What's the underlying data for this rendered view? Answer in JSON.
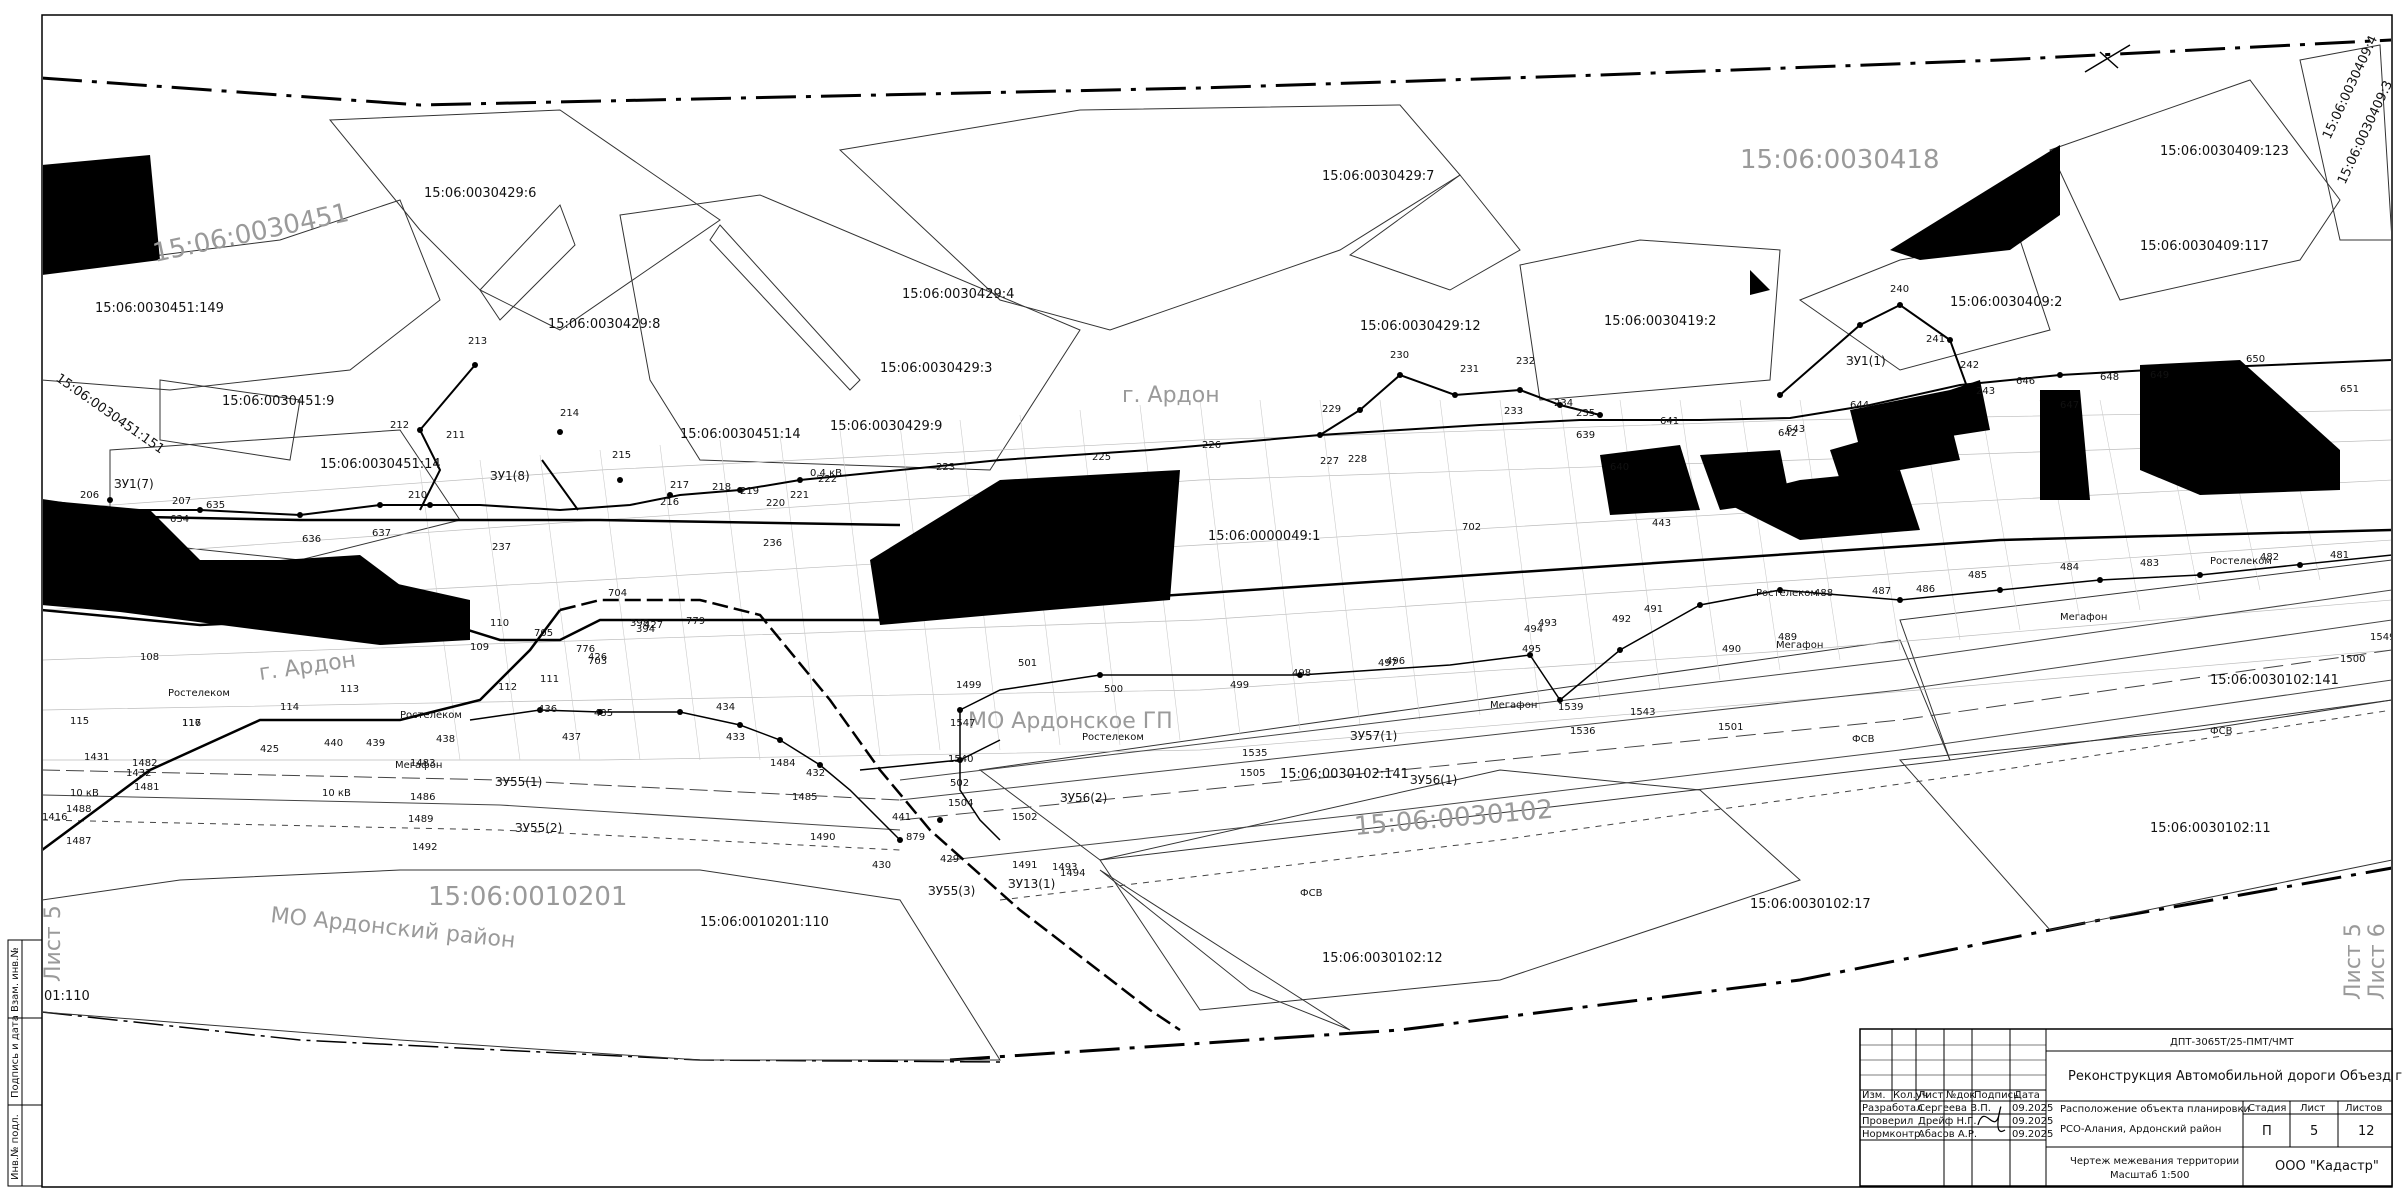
{
  "map": {
    "quarters": [
      "15:06:0030451",
      "15:06:0030418",
      "15:06:0030102",
      "15:06:0010201"
    ],
    "areas": [
      "МО Ардонское ГП",
      "МО Ардонский район",
      "г. Ардон",
      "г. Ардон"
    ],
    "parcels": [
      "15:06:0030429:6",
      "15:06:0030429:8",
      "15:06:0030429:4",
      "15:06:0030429:3",
      "15:06:0030429:9",
      "15:06:0030429:7",
      "15:06:0030429:12",
      "15:06:0030419:2",
      "15:06:0030409:2",
      "15:06:0030409:123",
      "15:06:0030409:117",
      "15:06:0030409:4",
      "15:06:0030409:3",
      "15:06:0030451:149",
      "15:06:0030451:9",
      "15:06:0030451:14",
      "15:06:0030451:14",
      "15:06:0030451:151",
      "15:06:0000049:1",
      "15:06:0030102:141",
      "15:06:0030102:141",
      "15:06:0030102:11",
      "15:06:0030102:17",
      "15:06:0030102:12",
      "15:06:0010201:110",
      "01:110"
    ],
    "zones": [
      "ЗУ1(7)",
      "ЗУ1(8)",
      "ЗУ1(1)",
      "ЗУ55(1)",
      "ЗУ55(2)",
      "ЗУ55(3)",
      "ЗУ56(1)",
      "ЗУ56(2)",
      "ЗУ57(1)",
      "ЗУ13(1)"
    ],
    "points": [
      "206",
      "207",
      "635",
      "634",
      "636",
      "637",
      "210",
      "211",
      "212",
      "213",
      "214",
      "215",
      "216",
      "217",
      "218",
      "219",
      "220",
      "221",
      "222",
      "223",
      "225",
      "226",
      "227",
      "228",
      "229",
      "230",
      "231",
      "232",
      "233",
      "234",
      "235",
      "639",
      "640",
      "641",
      "642",
      "643",
      "644",
      "240",
      "241",
      "242",
      "243",
      "646",
      "647",
      "648",
      "649",
      "650",
      "651",
      "236",
      "237",
      "702",
      "443",
      "108",
      "109",
      "110",
      "111",
      "112",
      "113",
      "114",
      "115",
      "116",
      "117",
      "704",
      "705",
      "776",
      "426",
      "703",
      "427",
      "779",
      "398",
      "394",
      "436",
      "435",
      "437",
      "434",
      "433",
      "438",
      "439",
      "440",
      "425",
      "1484",
      "432",
      "1485",
      "1490",
      "441",
      "1547",
      "1540",
      "502",
      "1504",
      "1502",
      "879",
      "429",
      "430",
      "1491",
      "1493",
      "1494",
      "1499",
      "501",
      "500",
      "499",
      "498",
      "497",
      "496",
      "495",
      "494",
      "493",
      "492",
      "491",
      "490",
      "489",
      "488",
      "487",
      "486",
      "485",
      "484",
      "483",
      "482",
      "481",
      "1536",
      "1539",
      "1543",
      "1501",
      "1500",
      "1549",
      "1535",
      "1505",
      "1482",
      "1483",
      "1486",
      "1489",
      "1492",
      "1481",
      "1487",
      "1488",
      "1431",
      "1432",
      "1416"
    ],
    "labels": [
      "Ростелеком",
      "Ростелеком",
      "Ростелеком",
      "Ростелеком",
      "Ростелеком",
      "Мегафон",
      "Мегафон",
      "Мегафон",
      "Мегафон",
      "ФСВ",
      "ФСВ",
      "ФСВ",
      "0,4 кВ",
      "10 кВ",
      "10 кВ"
    ],
    "sheet_marks": [
      "Лист 5",
      "Лист 5",
      "Лист 6"
    ]
  },
  "stamp": {
    "doc_code": "ДПТ-3065Т/25-ПМТ/ЧМТ",
    "project": "Реконструкция Автомобильной дороги Объезд г. Ардон",
    "title": "Расположение объекта планировки",
    "region": "РСО-Алания, Ардонский район",
    "drawing": "Чертеж межевания территории",
    "scale": "Масштаб 1:500",
    "org": "ООО \"Кадастр\"",
    "headers": [
      "Изм.",
      "Кол.уч",
      "Лист",
      "№док",
      "Подпись",
      "Дата"
    ],
    "rows": [
      {
        "role": "Разработал",
        "name": "Сергеева В.П.",
        "date": "09.2025"
      },
      {
        "role": "Проверил",
        "name": "Дрейф Н.Г.",
        "date": "09.2025"
      },
      {
        "role": "Нормконтр.",
        "name": "Абасов А.Р.",
        "date": "09.2025"
      }
    ],
    "stage_hdr": "Стадия",
    "sheet_hdr": "Лист",
    "sheets_hdr": "Листов",
    "stage": "П",
    "sheet": "5",
    "sheets": "12"
  },
  "side": [
    "Взам. инв.№",
    "Подпись и дата",
    "Инв.№ подл."
  ]
}
